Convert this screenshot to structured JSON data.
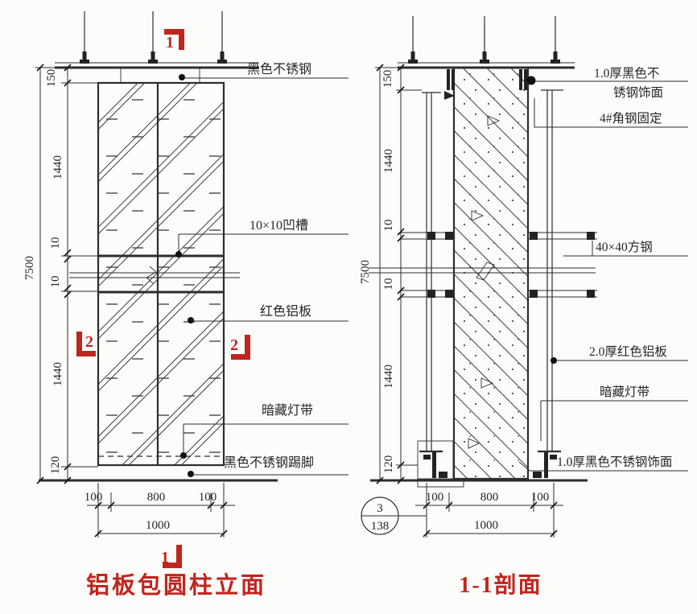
{
  "colors": {
    "accent_red": "#c0251e",
    "line": "#2d2d2d",
    "background": "#fcfcfa"
  },
  "left_drawing": {
    "title": "铝板包圆柱立面",
    "section_cut_top": "1",
    "section_cut_bottom": "1",
    "section_cut_left": "2",
    "section_cut_right": "2",
    "labels": {
      "ceiling": "黑色不锈钢",
      "groove": "10×10凹槽",
      "panel": "红色铝板",
      "light_strip": "暗藏灯带",
      "skirting": "黑色不锈钢踢脚"
    },
    "dims": {
      "v": [
        "150",
        "1440",
        "10",
        "10",
        "1440",
        "120"
      ],
      "v_total": "7500",
      "h": [
        "100",
        "800",
        "100"
      ],
      "h_total": "1000"
    }
  },
  "right_drawing": {
    "title": "1-1剖面",
    "detail_ref": {
      "number": "3",
      "sheet": "138"
    },
    "labels": {
      "finish_top_1": "1.0厚黑色不",
      "finish_top_2": "锈钢饰面",
      "angle_steel": "4#角钢固定",
      "square_steel": "40×40方钢",
      "panel": "2.0厚红色铝板",
      "light_strip": "暗藏灯带",
      "finish_bottom": "1.0厚黑色不锈钢饰面"
    },
    "dims": {
      "v": [
        "150",
        "1440",
        "10",
        "10",
        "1440",
        "120"
      ],
      "v_total": "7500",
      "h": [
        "100",
        "800",
        "100"
      ],
      "h_total": "1000"
    }
  }
}
